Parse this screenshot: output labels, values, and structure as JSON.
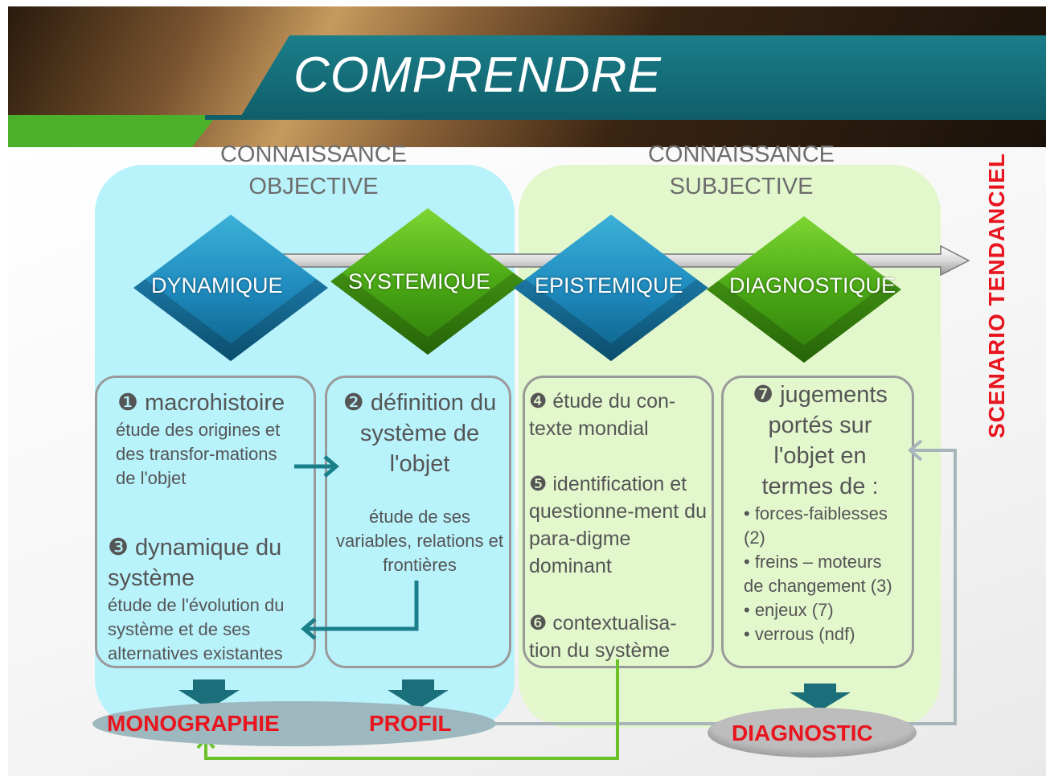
{
  "header": {
    "title": "COMPRENDRE"
  },
  "sections": {
    "objective": {
      "line1": "CONNAISSANCE",
      "line2": "OBJECTIVE"
    },
    "subjective": {
      "line1": "CONNAISSANCE",
      "line2": "SUBJECTIVE"
    }
  },
  "cubes": [
    "DYNAMIQUE",
    "SYSTEMIQUE",
    "EPISTEMIQUE",
    "DIAGNOSTIQUE"
  ],
  "scenario": "SCENARIO TENDANCIEL",
  "box1": {
    "h1": "❶ macrohistoire",
    "t1": "étude des origines et des transfor-mations de l'objet",
    "h2": "❸ dynamique du système",
    "t2": "étude de l'évolution du système et de ses alternatives existantes"
  },
  "box2": {
    "h1": "❷ définition du système de l'objet",
    "t1": "étude de ses variables, relations et frontières"
  },
  "box3": {
    "p1": "❹ étude du con-texte mondial",
    "p2": "❺ identification et questionne-ment du para-digme dominant",
    "p3": "❻ contextualisa-tion du système"
  },
  "box4": {
    "h1": "❼ jugements portés sur l'objet en termes de :",
    "items": [
      "• forces-faiblesses (2)",
      "• freins – moteurs de changement (3)",
      "• enjeux (7)",
      "• verrous (ndf)"
    ]
  },
  "outputs": {
    "monographie": "MONOGRAPHIE",
    "profil": "PROFIL",
    "diagnostic": "DIAGNOSTIC"
  },
  "colors": {
    "teal": "#0f5f6a",
    "red": "#e8141e",
    "objective_bg": "#b8f2fb",
    "subjective_bg": "#e3f7cd"
  }
}
